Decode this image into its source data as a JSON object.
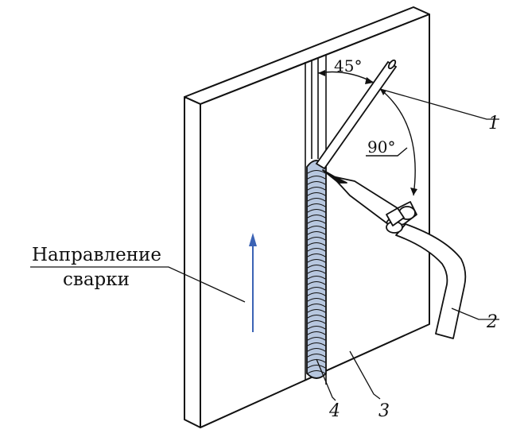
{
  "direction_label": {
    "line1": "Направление",
    "line2": "сварки"
  },
  "angles": {
    "top": "45°",
    "side": "90°"
  },
  "callouts": {
    "electrode": "1",
    "torch": "2",
    "plate": "3",
    "seam": "4"
  },
  "colors": {
    "ink": "#111111",
    "seam_fill": "#b7c7df",
    "arrow": "#3b63b5"
  }
}
